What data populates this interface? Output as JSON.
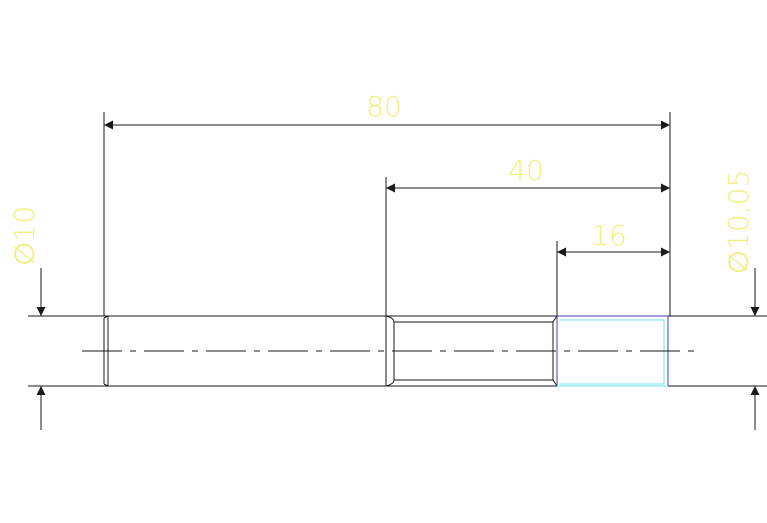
{
  "colors": {
    "line": "#1a1a1a",
    "dimension_text": "#f0f07a",
    "thread_outline": "#4a3fb8",
    "thread_edge": "#6fe3f0",
    "background": "#ffffff"
  },
  "dimensions": {
    "overall_length": "80",
    "step_length": "40",
    "thread_length": "16",
    "left_diameter": "∅10",
    "right_diameter": "∅10,05"
  }
}
